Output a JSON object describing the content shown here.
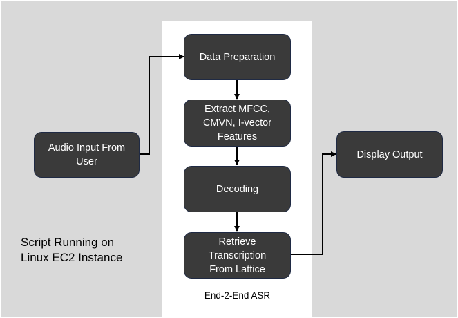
{
  "diagram": {
    "nodes": {
      "audio_input": "Audio Input From\nUser",
      "data_preparation": "Data Preparation",
      "extract_features": "Extract MFCC,\nCMVN, I-vector\nFeatures",
      "decoding": "Decoding",
      "retrieve_transcription": "Retrieve\nTranscription\nFrom Lattice",
      "display_output": "Display Output"
    },
    "labels": {
      "script_running": "Script Running on\nLinux EC2 Instance",
      "asr_group": "End-2-End ASR"
    },
    "edges": [
      {
        "from": "audio_input",
        "to": "data_preparation"
      },
      {
        "from": "data_preparation",
        "to": "extract_features"
      },
      {
        "from": "extract_features",
        "to": "decoding"
      },
      {
        "from": "decoding",
        "to": "retrieve_transcription"
      },
      {
        "from": "retrieve_transcription",
        "to": "display_output"
      }
    ],
    "colors": {
      "background": "#d9d9d9",
      "group_panel": "#ffffff",
      "node_fill": "#3a3a3a",
      "node_text": "#ffffff",
      "connector": "#000000"
    }
  }
}
